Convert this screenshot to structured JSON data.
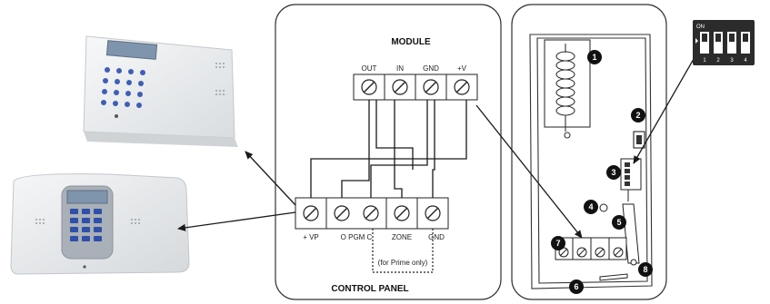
{
  "wiring": {
    "module_title": "MODULE",
    "module_terminals": [
      "OUT",
      "IN",
      "GND",
      "+V"
    ],
    "panel_title": "CONTROL PANEL",
    "panel_terminals": {
      "vp": "+ VP",
      "pgm": "O PGM C",
      "zone": "ZONE",
      "gnd": "GND"
    },
    "prime_note": "(for Prime only)"
  },
  "device": {
    "callouts": [
      "1",
      "2",
      "3",
      "4",
      "5",
      "6",
      "7",
      "8"
    ]
  },
  "dip_switch": {
    "on_label": "ON",
    "switch_numbers": [
      "1",
      "2",
      "3",
      "4"
    ]
  },
  "colors": {
    "line": "#1a1a1a",
    "callout_fill": "#111111",
    "panel_device": "#eef0f1",
    "dip_background": "#2b2b2b"
  }
}
